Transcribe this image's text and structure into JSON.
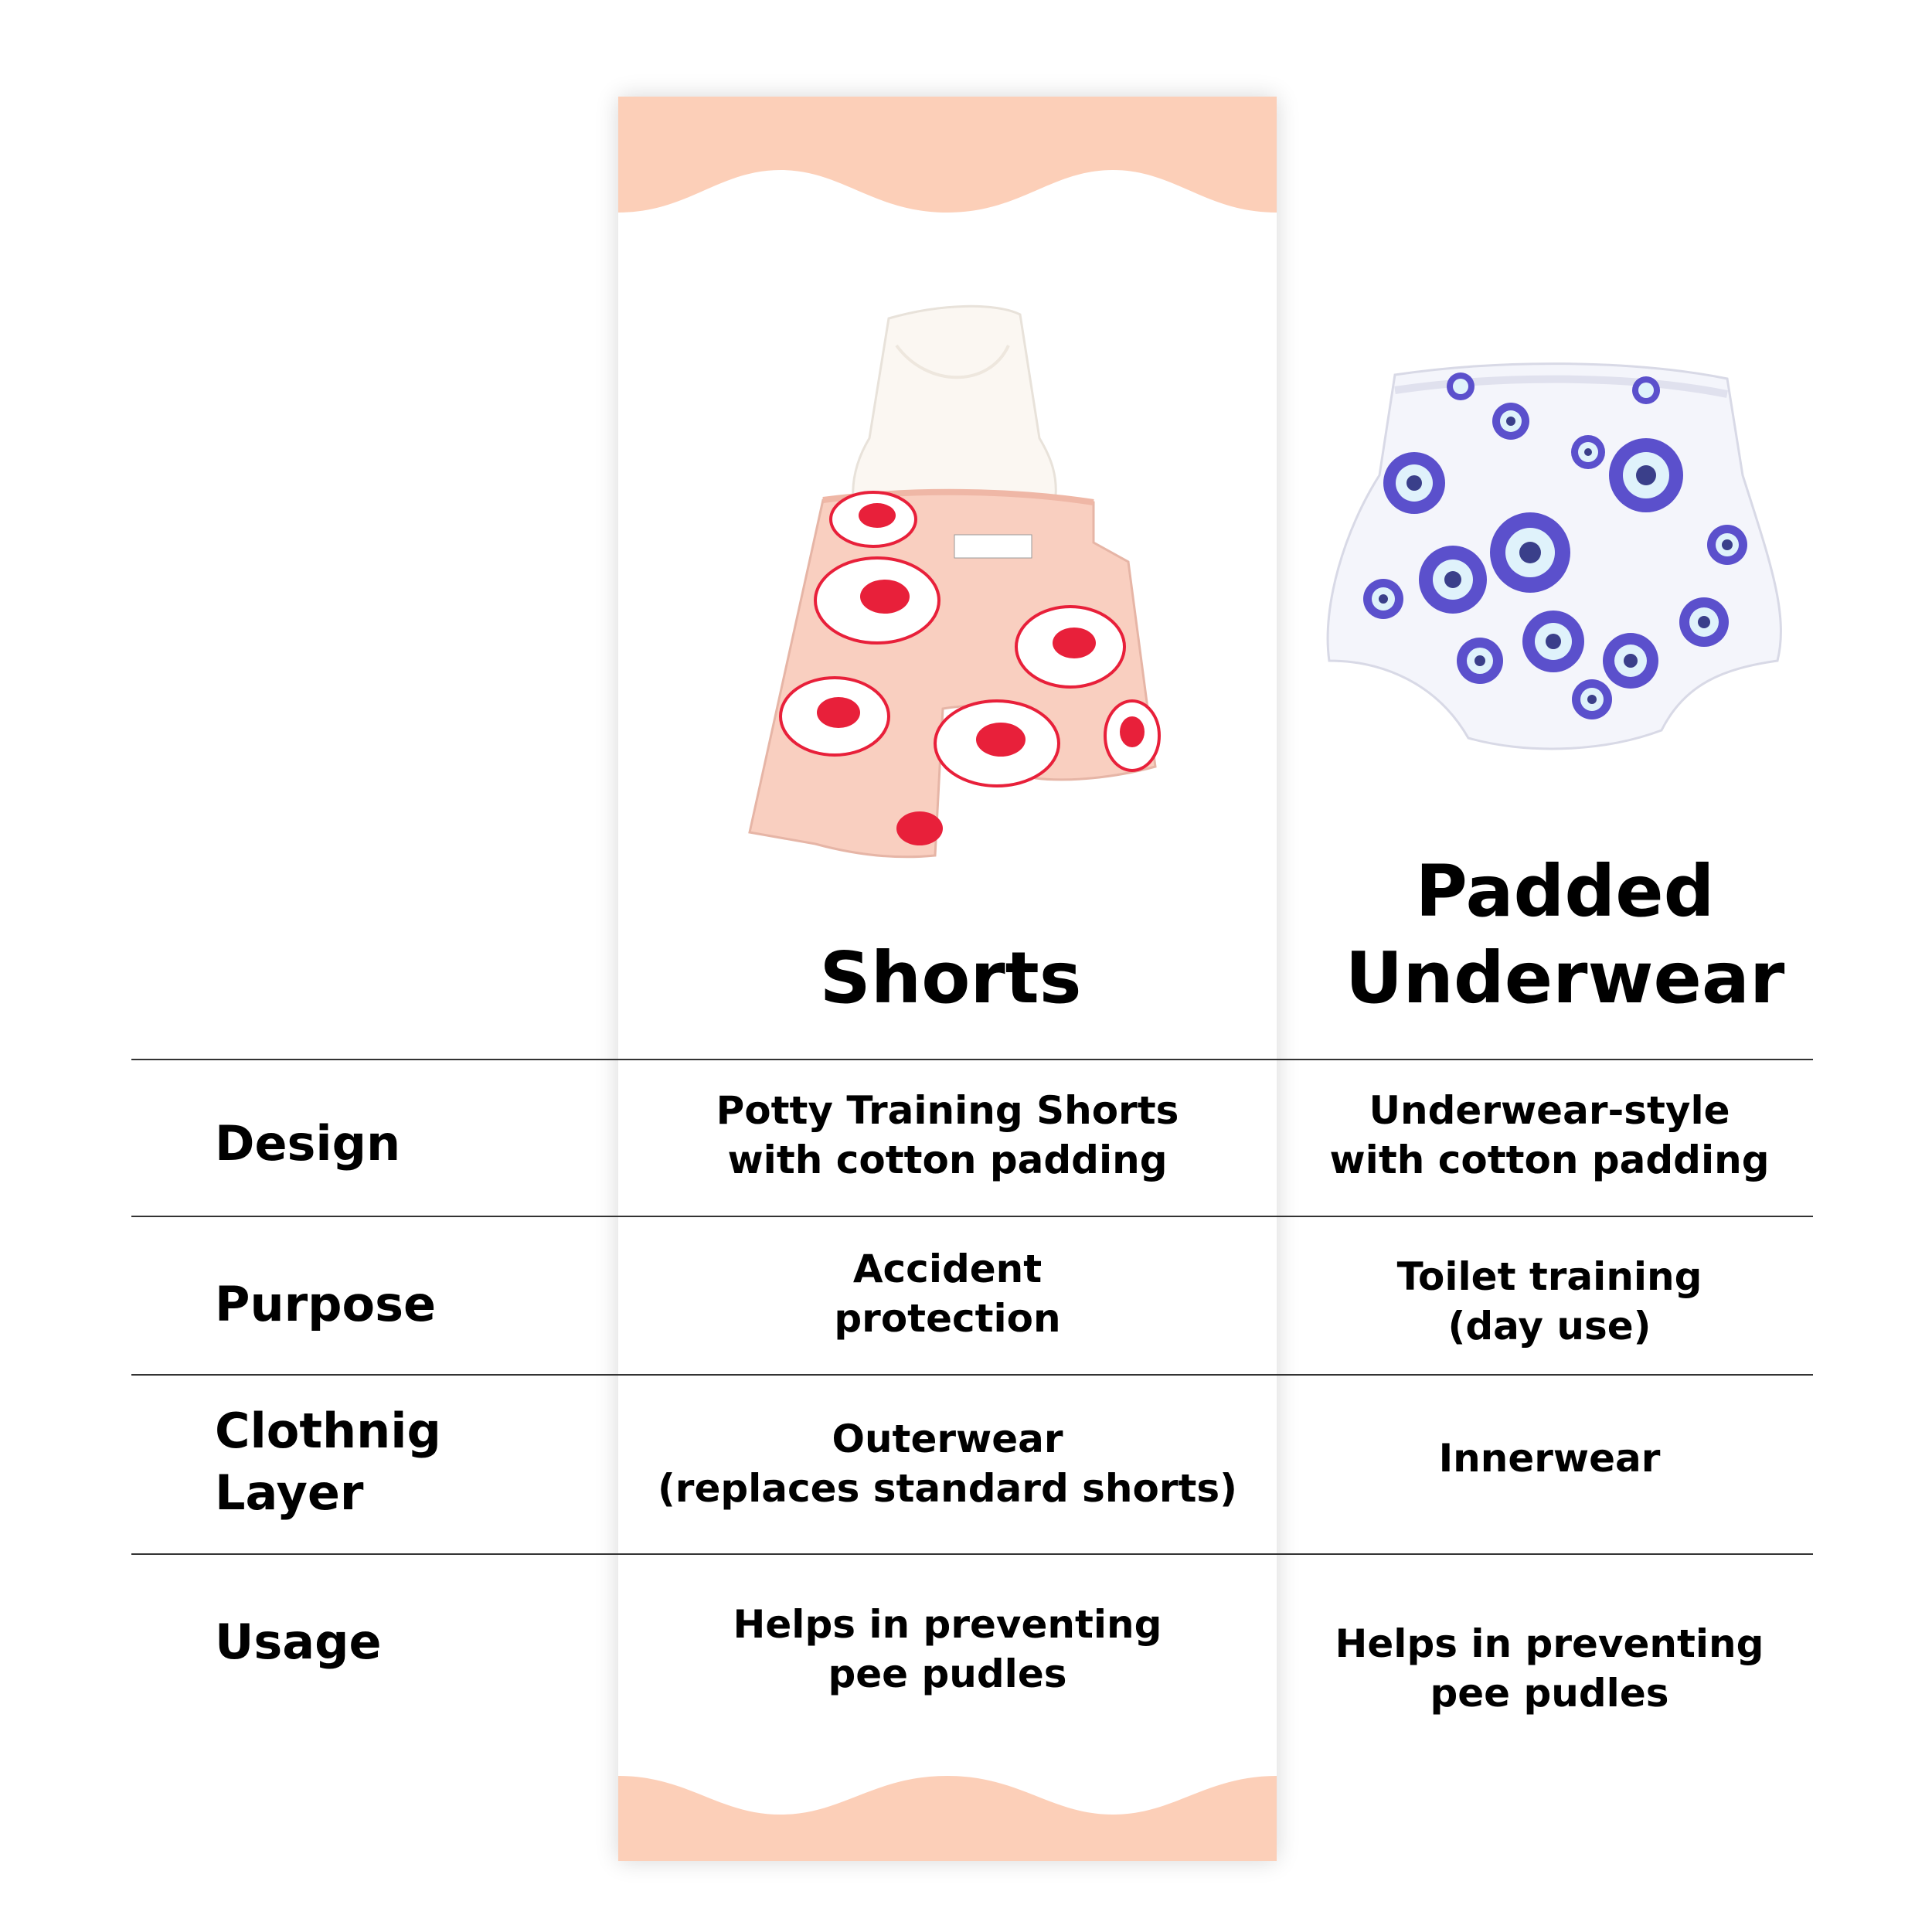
{
  "columns": [
    {
      "title": "Shorts",
      "accent": "#fccfb8"
    },
    {
      "title": "Padded\nUnderwear"
    }
  ],
  "rows": [
    {
      "label": "Design",
      "shorts": "Potty Training Shorts\nwith cotton padding",
      "underwear": "Underwear-style\nwith cotton padding"
    },
    {
      "label": "Purpose",
      "shorts": "Accident\nprotection",
      "underwear": "Toilet training\n(day use)"
    },
    {
      "label": "Clothnig\nLayer",
      "shorts": "Outerwear\n(replaces standard shorts)",
      "underwear": "Innerwear"
    },
    {
      "label": "Usage",
      "shorts": "Helps in preventing\npee pudles",
      "underwear": "Helps in preventing\npee pudles"
    }
  ],
  "colors": {
    "wave": "#fccfb8",
    "pig_print": "#e8203a",
    "shorts_fabric": "#f9cfc0",
    "eye_print": "#5b50cc"
  }
}
